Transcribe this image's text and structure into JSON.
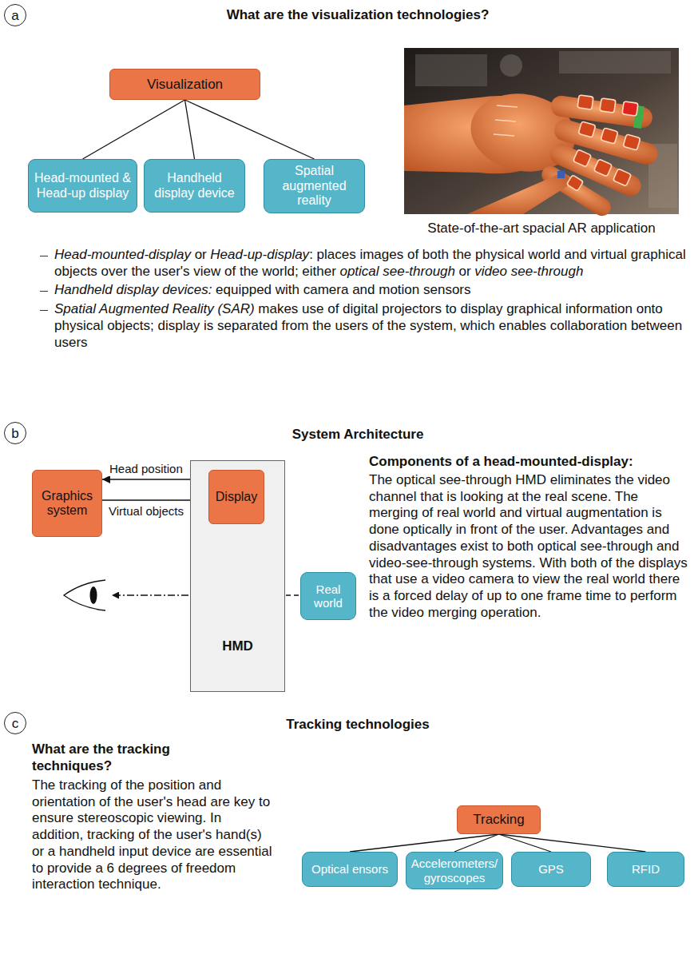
{
  "diagram": {
    "nodes": [
      {
        "text": [
          "a"
        ]
      },
      {
        "text": [
          "Visualization"
        ]
      },
      {
        "text": [
          "Head-mounted & Head-up display"
        ]
      },
      {
        "text": [
          "Handheld display device"
        ]
      },
      {
        "text": [
          "Spatial augmented reality"
        ]
      },
      {
        "text": [
          "b"
        ]
      },
      {
        "text": [
          "Graphics system"
        ]
      },
      {
        "text": [
          "HMD"
        ]
      },
      {
        "text": [
          "Display"
        ],
        "in": 7
      },
      {
        "text": [
          "Real world"
        ]
      },
      {
        "text": [
          "c"
        ]
      },
      {
        "text": [
          "Tracking"
        ]
      },
      {
        "text": [
          "Optical ensors"
        ]
      },
      {
        "text": [
          "Accelerometers/ gyroscopes"
        ]
      },
      {
        "text": [
          "GPS"
        ]
      },
      {
        "text": [
          "RFID"
        ]
      }
    ],
    "edges": [
      {
        "from": 1,
        "to": 2,
        "arrow": "none"
      },
      {
        "from": 1,
        "to": 3,
        "arrow": "none"
      },
      {
        "from": 1,
        "to": 4,
        "arrow": "none"
      },
      {
        "from": 8,
        "to": 6,
        "label": "Head position",
        "arrow": "to"
      },
      {
        "from": 6,
        "to": 8,
        "label": "Virtual objects",
        "arrow": "to"
      },
      {
        "from": 11,
        "to": 12,
        "arrow": "none"
      },
      {
        "from": 11,
        "to": 13,
        "arrow": "none"
      },
      {
        "from": 11,
        "to": 14,
        "arrow": "none"
      },
      {
        "from": 11,
        "to": 15,
        "arrow": "none"
      }
    ],
    "labels": [
      "What are the visualization technologies?",
      "State-of-the-art spacial AR application",
      "Head-mounted-display",
      "or",
      "Head-up-display",
      ": places images of both the physical world and virtual graphical objects over the user's view of the world; either",
      "optical see-through",
      "or",
      "video see-through",
      "Handheld display devices:",
      "equipped with camera and motion sensors",
      "Spatial Augmented Reality (SAR)",
      "makes use of digital projectors to display graphical information onto physical objects; display is separated from the users of the system, which enables collaboration between users",
      "System Architecture",
      "Components of a head-mounted-display:",
      "The optical see-through HMD eliminates the video channel that is looking at the real scene. The merging of real world and virtual augmentation is done optically in front of the user. Advantages and disadvantages exist to both optical see-through and video-see-through systems. With both of the displays that use a video camera to view the real world there is a forced delay of up to one frame time to perform the video merging operation.",
      "Tracking technologies",
      "What are the tracking techniques?",
      "The tracking of the position and orientation of the user's head are key to ensure stereoscopic viewing. In addition, tracking of the user's hand(s) or a handheld input device are essential to provide a 6 degrees of freedom interaction technique."
    ]
  }
}
